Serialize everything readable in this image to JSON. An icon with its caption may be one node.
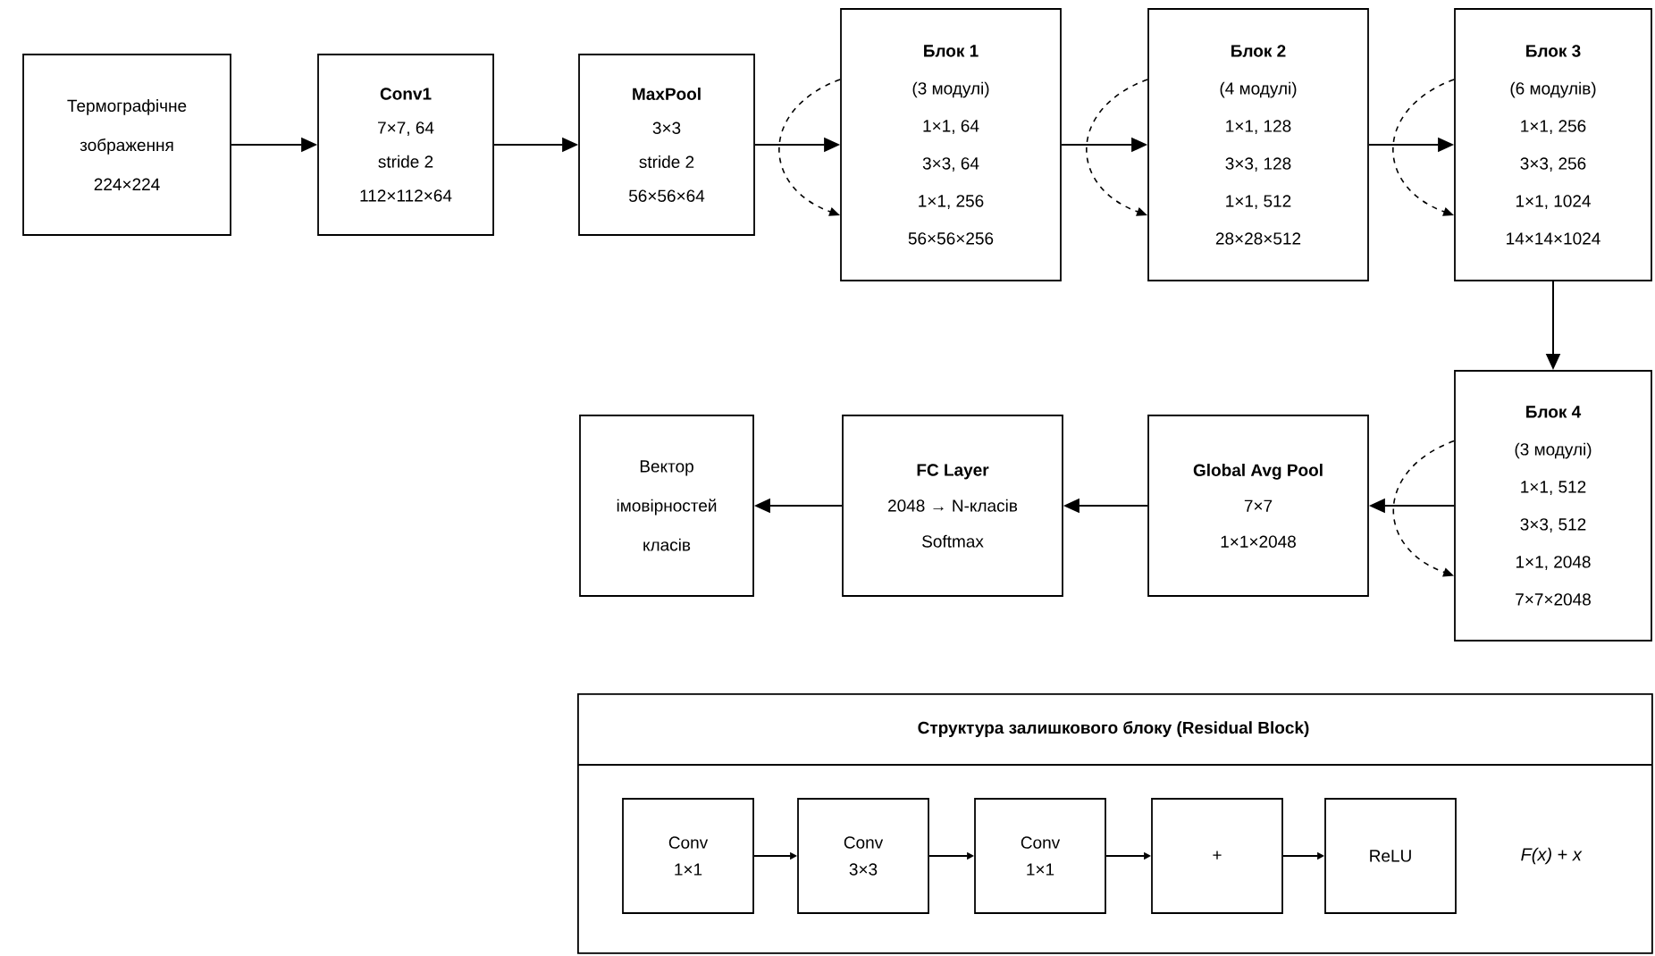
{
  "diagram": {
    "nodes": [
      {
        "text": [
          "Термографічне зображення",
          "224×224"
        ]
      },
      {
        "text": [
          "Conv1",
          "7×7, 64",
          "stride 2",
          "112×112×64"
        ]
      },
      {
        "text": [
          "MaxPool",
          "3×3",
          "stride 2",
          "56×56×64"
        ]
      },
      {
        "text": [
          "Блок 1",
          "(3 модулі)",
          "1×1, 64",
          "3×3, 64",
          "1×1, 256",
          "56×56×256"
        ]
      },
      {
        "text": [
          "Блок 2",
          "(4 модулі)",
          "1×1, 128",
          "3×3, 128",
          "1×1, 512",
          "28×28×512"
        ]
      },
      {
        "text": [
          "Блок 3",
          "(6 модулів)",
          "1×1, 256",
          "3×3, 256",
          "1×1, 1024",
          "14×14×1024"
        ]
      },
      {
        "text": [
          "Блок 4",
          "(3 модулі)",
          "1×1, 512",
          "3×3, 512",
          "1×1, 2048",
          "7×7×2048"
        ]
      },
      {
        "text": [
          "Global Avg Pool",
          "7×7",
          "1×1×2048"
        ]
      },
      {
        "text": [
          "FC Layer",
          "2048 → N-класів",
          "Softmax"
        ]
      },
      {
        "text": [
          "Вектор імовірностей класів"
        ]
      },
      {
        "text": [
          "Структура залишкового блоку (Residual Block)"
        ]
      },
      {
        "text": [
          "Conv",
          "1×1"
        ],
        "in": 10
      },
      {
        "text": [
          "Conv",
          "3×3"
        ],
        "in": 10
      },
      {
        "text": [
          "Conv",
          "1×1"
        ],
        "in": 10
      },
      {
        "text": [
          "+"
        ],
        "in": 10
      },
      {
        "text": [
          "ReLU"
        ],
        "in": 10
      }
    ],
    "edges": [
      {
        "from": 0,
        "to": 1,
        "arrow": "to"
      },
      {
        "from": 1,
        "to": 2,
        "arrow": "to"
      },
      {
        "from": 2,
        "to": 3,
        "arrow": "to"
      },
      {
        "from": 3,
        "to": 3,
        "arrow": "to",
        "style": "dashed"
      },
      {
        "from": 3,
        "to": 4,
        "arrow": "to"
      },
      {
        "from": 4,
        "to": 4,
        "arrow": "to",
        "style": "dashed"
      },
      {
        "from": 4,
        "to": 5,
        "arrow": "to"
      },
      {
        "from": 5,
        "to": 5,
        "arrow": "to",
        "style": "dashed"
      },
      {
        "from": 5,
        "to": 6,
        "arrow": "to"
      },
      {
        "from": 6,
        "to": 6,
        "arrow": "to",
        "style": "dashed"
      },
      {
        "from": 6,
        "to": 7,
        "arrow": "to"
      },
      {
        "from": 7,
        "to": 8,
        "arrow": "to"
      },
      {
        "from": 8,
        "to": 9,
        "arrow": "to"
      },
      {
        "from": 11,
        "to": 12,
        "arrow": "to"
      },
      {
        "from": 12,
        "to": 13,
        "arrow": "to"
      },
      {
        "from": 13,
        "to": 14,
        "arrow": "to"
      },
      {
        "from": 14,
        "to": 15,
        "arrow": "to"
      }
    ],
    "labels": [
      "*F(x)* + *x*"
    ]
  }
}
